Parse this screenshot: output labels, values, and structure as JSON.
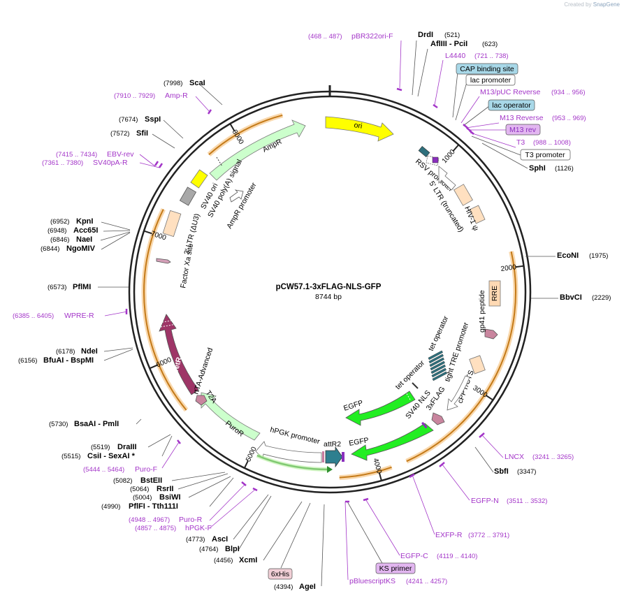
{
  "header": {
    "credit_prefix": "Created by",
    "credit_brand": "SnapGene"
  },
  "map": {
    "title": "pCW57.1-3xFLAG-NLS-GFP",
    "length_label": "8744 bp",
    "ticks": [
      "1000",
      "2000",
      "3000",
      "4000",
      "5000",
      "6000",
      "7000",
      "8000"
    ]
  },
  "enzymes": {
    "drdi": {
      "name": "DrdI",
      "pos": "(521)"
    },
    "afliii": {
      "name": "AflIII - PciI",
      "pos": "(623)"
    },
    "sphi": {
      "name": "SphI",
      "pos": "(1126)"
    },
    "econi": {
      "name": "EcoNI",
      "pos": "(1975)"
    },
    "bbvci": {
      "name": "BbvCI",
      "pos": "(2229)"
    },
    "sbfi": {
      "name": "SbfI",
      "pos": "(3347)"
    },
    "agei": {
      "name": "AgeI",
      "pos": "(4394)"
    },
    "xcmi": {
      "name": "XcmI",
      "pos": "(4456)"
    },
    "blpi": {
      "name": "BlpI",
      "pos": "(4764)"
    },
    "asci": {
      "name": "AscI",
      "pos": "(4773)"
    },
    "pflfi": {
      "name": "PflFI - Tth111I",
      "pos": "(4990)"
    },
    "bsiwi": {
      "name": "BsiWI",
      "pos": "(5004)"
    },
    "rsrii": {
      "name": "RsrII",
      "pos": "(5064)"
    },
    "bsteii": {
      "name": "BstEII",
      "pos": "(5082)"
    },
    "csii": {
      "name": "CsiI - SexAI *",
      "pos": "(5515)"
    },
    "draiii": {
      "name": "DraIII",
      "pos": "(5519)"
    },
    "bsaai": {
      "name": "BsaAI - PmlI",
      "pos": "(5730)"
    },
    "bfuai": {
      "name": "BfuAI - BspMI",
      "pos": "(6156)"
    },
    "ndei": {
      "name": "NdeI",
      "pos": "(6178)"
    },
    "pflmi": {
      "name": "PflMI",
      "pos": "(6573)"
    },
    "ngomiv": {
      "name": "NgoMIV",
      "pos": "(6844)"
    },
    "naei": {
      "name": "NaeI",
      "pos": "(6846)"
    },
    "acc65i": {
      "name": "Acc65I",
      "pos": "(6948)"
    },
    "kpni": {
      "name": "KpnI",
      "pos": "(6952)"
    },
    "sfii": {
      "name": "SfiI",
      "pos": "(7572)"
    },
    "sspi": {
      "name": "SspI",
      "pos": "(7674)"
    },
    "scai": {
      "name": "ScaI",
      "pos": "(7998)"
    }
  },
  "primers": {
    "pbr322": {
      "name": "pBR322ori-F",
      "pos": "(468 .. 487)"
    },
    "l4440": {
      "name": "L4440",
      "pos": "(721 .. 738)"
    },
    "m13puc": {
      "name": "M13/pUC Reverse",
      "pos": "(934 .. 956)"
    },
    "m13rev": {
      "name": "M13 Reverse",
      "pos": "(953 .. 969)"
    },
    "t3": {
      "name": "T3",
      "pos": "(988 .. 1008)"
    },
    "lncx": {
      "name": "LNCX",
      "pos": "(3241 .. 3265)"
    },
    "egfpn": {
      "name": "EGFP-N",
      "pos": "(3511 .. 3532)"
    },
    "exfpr": {
      "name": "EXFP-R",
      "pos": "(3772 .. 3791)"
    },
    "egfpc": {
      "name": "EGFP-C",
      "pos": "(4119 .. 4140)"
    },
    "pbluescript": {
      "name": "pBluescriptKS",
      "pos": "(4241 .. 4257)"
    },
    "hpgkf": {
      "name": "hPGK-F",
      "pos": "(4857 .. 4875)"
    },
    "puror": {
      "name": "Puro-R",
      "pos": "(4948 .. 4967)"
    },
    "purof": {
      "name": "Puro-F",
      "pos": "(5444 .. 5464)"
    },
    "wpre": {
      "name": "WPRE-R",
      "pos": "(6385 .. 6405)"
    },
    "sv40pa": {
      "name": "SV40pA-R",
      "pos": "(7361 .. 7380)"
    },
    "ebv": {
      "name": "EBV-rev",
      "pos": "(7415 .. 7434)"
    },
    "ampr": {
      "name": "Amp-R",
      "pos": "(7910 .. 7929)"
    }
  },
  "boxed": {
    "cap": "CAP binding site",
    "lacprom": "lac promoter",
    "lacop": "lac operator",
    "m13rev": "M13 rev",
    "t3prom": "T3 promoter",
    "sixhis": "6xHis",
    "ksprimer": "KS primer"
  },
  "features": {
    "ori": "ori",
    "ampr": "AmpR",
    "amprprom": "AmpR promoter",
    "sv40ori": "SV40 ori",
    "sv40polya": "SV40 poly(A) signal",
    "ltr3": "3' LTR (ΔU3)",
    "factorxa": "Factor Xa site",
    "rsv": "RSV promoter",
    "ltr5": "5' LTR (truncated)",
    "hivpsi": "HIV-1 ψ",
    "rre": "RRE",
    "gp41": "gp41 peptide",
    "tetop1": "tet operator",
    "tetop2": "tet operator",
    "tre": "tight TRE promoter",
    "cppt": "cPPT/CTS",
    "sv40nls": "SV40 NLS",
    "flag": "3xFLAG",
    "egfp1": "EGFP",
    "egfp2": "EGFP",
    "attr2": "attR2",
    "hpgk": "hPGK promoter",
    "puror": "PuroR",
    "t2a": "T2A",
    "rtetr": "rTetR",
    "rtta": "rtTA-Advanced"
  },
  "colors": {
    "ori": "#ffff00",
    "ampr": "#ccffcc",
    "rre": "#ffd9b3",
    "egfp": "#22ee22",
    "rtetr": "#9e3567",
    "attr2": "#2e7f8f",
    "primer": "#a335c8",
    "tetop": "#2e6f7c",
    "orange_arc": "#f0a030"
  }
}
